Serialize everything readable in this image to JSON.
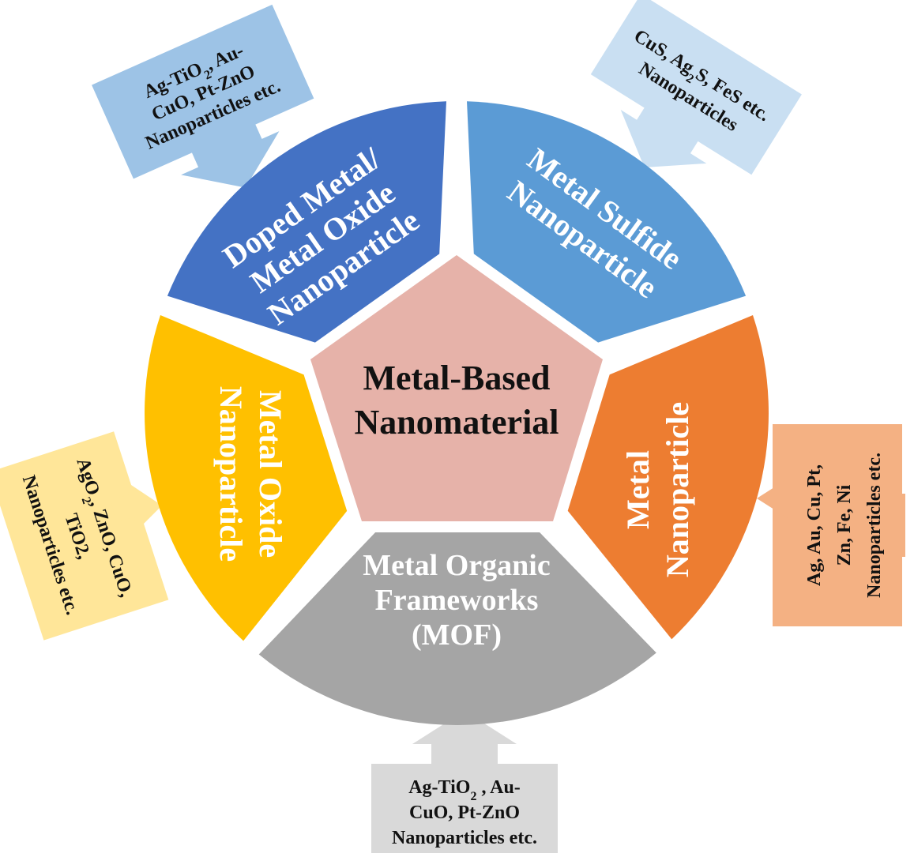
{
  "center": {
    "lines": [
      "Metal-Based",
      "Nanomaterial"
    ],
    "color": "#e6b2a9",
    "text_color": "#111111"
  },
  "segments": [
    {
      "id": "doped",
      "lines": [
        "Doped Metal/",
        "Metal Oxide",
        "Nanoparticle"
      ],
      "color": "#4472c4",
      "text_color": "#ffffff"
    },
    {
      "id": "sulfide",
      "lines": [
        "Metal Sulfide",
        "Nanoparticle"
      ],
      "color": "#5b9bd5",
      "text_color": "#ffffff"
    },
    {
      "id": "metal",
      "lines": [
        "Metal",
        "Nanoparticle"
      ],
      "color": "#ed7d31",
      "text_color": "#ffffff"
    },
    {
      "id": "mof",
      "lines": [
        "Metal Organic",
        "Frameworks",
        "(MOF)"
      ],
      "color": "#a5a5a5",
      "text_color": "#ffffff"
    },
    {
      "id": "oxide",
      "lines": [
        "Metal Oxide",
        "Nanoparticle"
      ],
      "color": "#ffc000",
      "text_color": "#ffffff"
    }
  ],
  "callouts": [
    {
      "id": "doped-examples",
      "lines": [
        [
          "Ag-TiO",
          "2",
          ", Au-"
        ],
        [
          "CuO, Pt-ZnO"
        ],
        [
          "Nanoparticles etc."
        ]
      ],
      "color": "#9dc3e6",
      "text_color": "#111111"
    },
    {
      "id": "sulfide-examples",
      "lines": [
        [
          "CuS, Ag",
          "2",
          "S, FeS etc."
        ],
        [
          "Nanoparticles"
        ]
      ],
      "color": "#c9dff2",
      "text_color": "#111111"
    },
    {
      "id": "metal-examples",
      "lines": [
        [
          "Ag, Au, Cu, Pt,"
        ],
        [
          "Zn, Fe, Ni"
        ],
        [
          "Nanoparticles etc."
        ]
      ],
      "color": "#f4b183",
      "text_color": "#111111"
    },
    {
      "id": "mof-examples",
      "lines": [
        [
          "Ag-TiO",
          "2",
          " , Au-"
        ],
        [
          "CuO, Pt-ZnO"
        ],
        [
          "Nanoparticles etc."
        ]
      ],
      "color": "#d9d9d9",
      "text_color": "#111111"
    },
    {
      "id": "oxide-examples",
      "lines": [
        [
          "AgO",
          "2",
          ", ZnO, CuO,"
        ],
        [
          "TiO2,"
        ],
        [
          "Nanoparticles etc."
        ]
      ],
      "color": "#ffe699",
      "text_color": "#111111"
    }
  ]
}
